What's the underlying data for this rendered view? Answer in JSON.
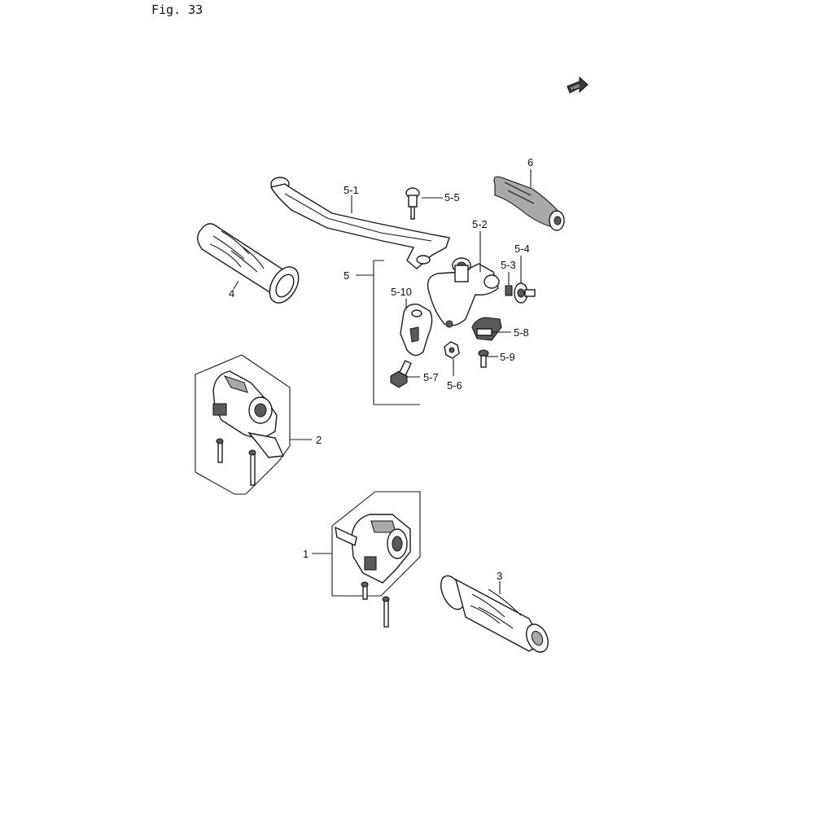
{
  "figure": {
    "title": "Fig. 33",
    "fwd_label": "FWD"
  },
  "callouts": {
    "p1": "1",
    "p2": "2",
    "p3": "3",
    "p4": "4",
    "p5": "5",
    "p5_1": "5-1",
    "p5_2": "5-2",
    "p5_3": "5-3",
    "p5_4": "5-4",
    "p5_5": "5-5",
    "p5_6": "5-6",
    "p5_7": "5-7",
    "p5_8": "5-8",
    "p5_9": "5-9",
    "p5_10": "5-10",
    "p6": "6"
  }
}
